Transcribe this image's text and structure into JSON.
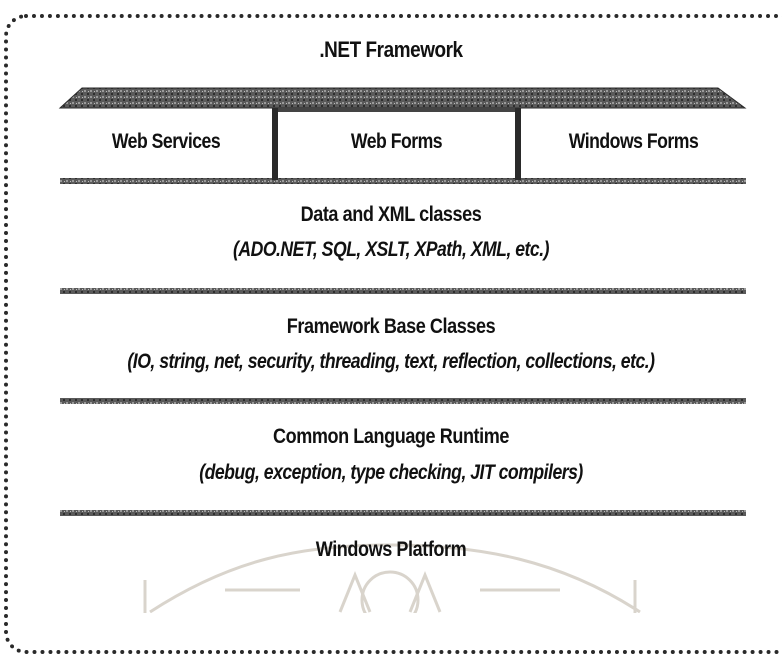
{
  "title": ".NET Framework",
  "app_boxes": [
    "Web Services",
    "Web Forms",
    "Windows Forms"
  ],
  "layers": [
    {
      "title": "Data and XML classes",
      "subtitle": "(ADO.NET, SQL, XSLT, XPath, XML, etc.)"
    },
    {
      "title": "Framework Base Classes",
      "subtitle": "(IO, string, net, security, threading, text, reflection, collections, etc.)"
    },
    {
      "title": "Common Language Runtime",
      "subtitle": "(debug, exception, type checking, JIT compilers)"
    },
    {
      "title": "Windows Platform",
      "subtitle": ""
    }
  ],
  "colors": {
    "ink": "#111111",
    "shelf": "#3a3a3a",
    "shelf_light": "#8a8a8a",
    "watermark": "#d9d4cc"
  }
}
